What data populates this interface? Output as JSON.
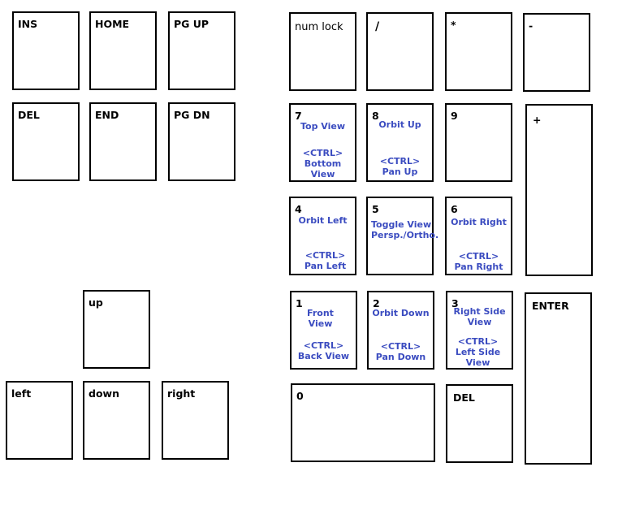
{
  "colors": {
    "border": "#000000",
    "label": "#000000",
    "hint": "#3b4cc0",
    "background": "#ffffff"
  },
  "nav_keys": {
    "ins": "INS",
    "home": "HOME",
    "pgup": "PG UP",
    "del": "DEL",
    "end": "END",
    "pgdn": "PG DN"
  },
  "arrow_keys": {
    "up": "up",
    "left": "left",
    "down": "down",
    "right": "right"
  },
  "numpad": {
    "numlock": "num lock",
    "divide": "/",
    "multiply": "*",
    "minus": "-",
    "plus": "+",
    "enter": "ENTER",
    "decimal": "DEL",
    "k0": {
      "label": "0"
    },
    "k1": {
      "label": "1",
      "action": "Front\nView",
      "ctrl": "<CTRL>\nBack View"
    },
    "k2": {
      "label": "2",
      "action": "Orbit Down",
      "ctrl": "<CTRL>\nPan Down"
    },
    "k3": {
      "label": "3",
      "action": "Right Side\nView",
      "ctrl": "<CTRL>\nLeft Side\nView"
    },
    "k4": {
      "label": "4",
      "action": "Orbit Left",
      "ctrl": "<CTRL>\nPan Left"
    },
    "k5": {
      "label": "5",
      "action": "Toggle View\nPersp./Ortho."
    },
    "k6": {
      "label": "6",
      "action": "Orbit Right",
      "ctrl": "<CTRL>\nPan Right"
    },
    "k7": {
      "label": "7",
      "action": "Top View",
      "ctrl": "<CTRL>\nBottom\nView"
    },
    "k8": {
      "label": "8",
      "action": "Orbit Up",
      "ctrl": "<CTRL>\nPan Up"
    },
    "k9": {
      "label": "9"
    }
  }
}
